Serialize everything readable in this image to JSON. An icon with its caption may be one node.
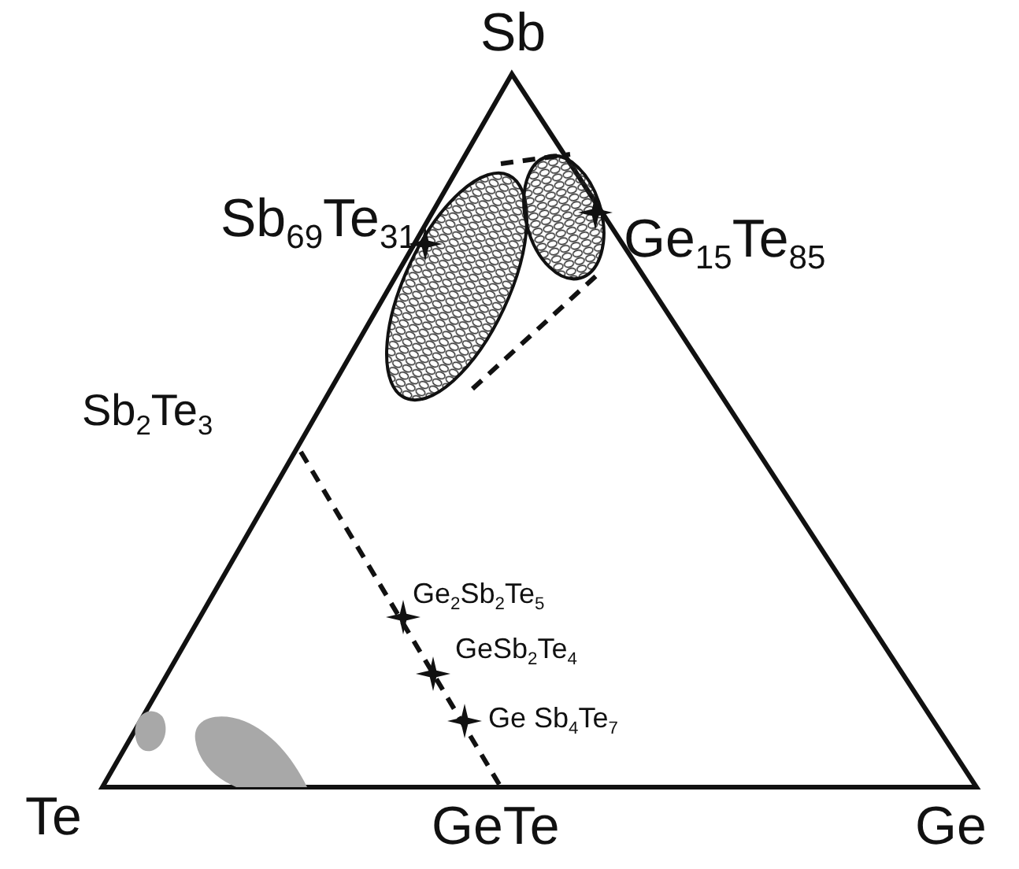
{
  "diagram": {
    "labels": [
      "Sb",
      "Sb$_{69}$Te$_{31}$",
      "Ge$_{15}$Te$_{85}$",
      "Sb$_{2}$Te$_{3}$",
      "Ge$_{2}$Sb$_{2}$Te$_{5}$",
      "GeSb$_{2}$Te$_{4}$",
      "Ge Sb$_{4}$Te$_{7}$",
      "Te",
      "GeTe",
      "Ge"
    ]
  }
}
